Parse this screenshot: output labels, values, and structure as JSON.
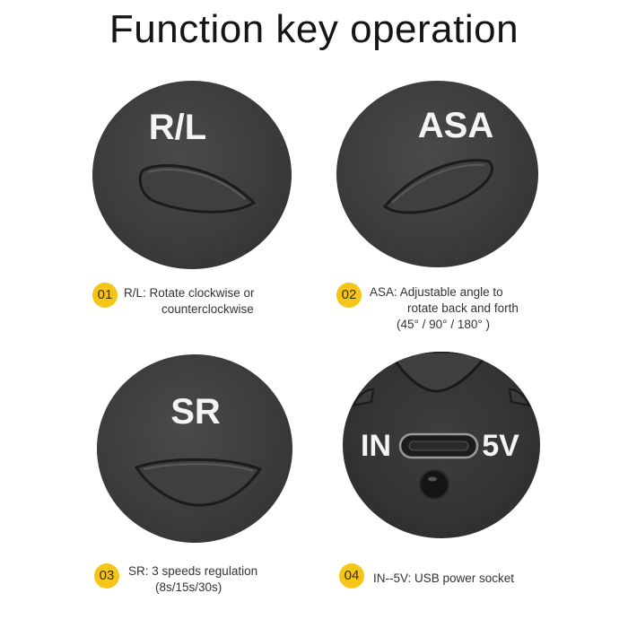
{
  "title": "Function key operation",
  "colors": {
    "badge": "#f5c518",
    "disc": "#3c3c3c",
    "label": "#f4f4f4"
  },
  "panels": [
    {
      "number": "01",
      "key_label": "R/L",
      "caption_lines": [
        "R/L:  Rotate clockwise or",
        "counterclockwise"
      ]
    },
    {
      "number": "02",
      "key_label": "ASA",
      "caption_lines": [
        "ASA:  Adjustable angle to",
        "rotate back and forth",
        "(45° / 90° / 180° )"
      ]
    },
    {
      "number": "03",
      "key_label": "SR",
      "caption_lines": [
        "SR: 3 speeds regulation",
        "(8s/15s/30s)"
      ]
    },
    {
      "number": "04",
      "port_left": "IN",
      "port_right": "5V",
      "port_icon": "usb-c-port-icon",
      "caption_lines": [
        "IN--5V: USB power socket"
      ]
    }
  ]
}
